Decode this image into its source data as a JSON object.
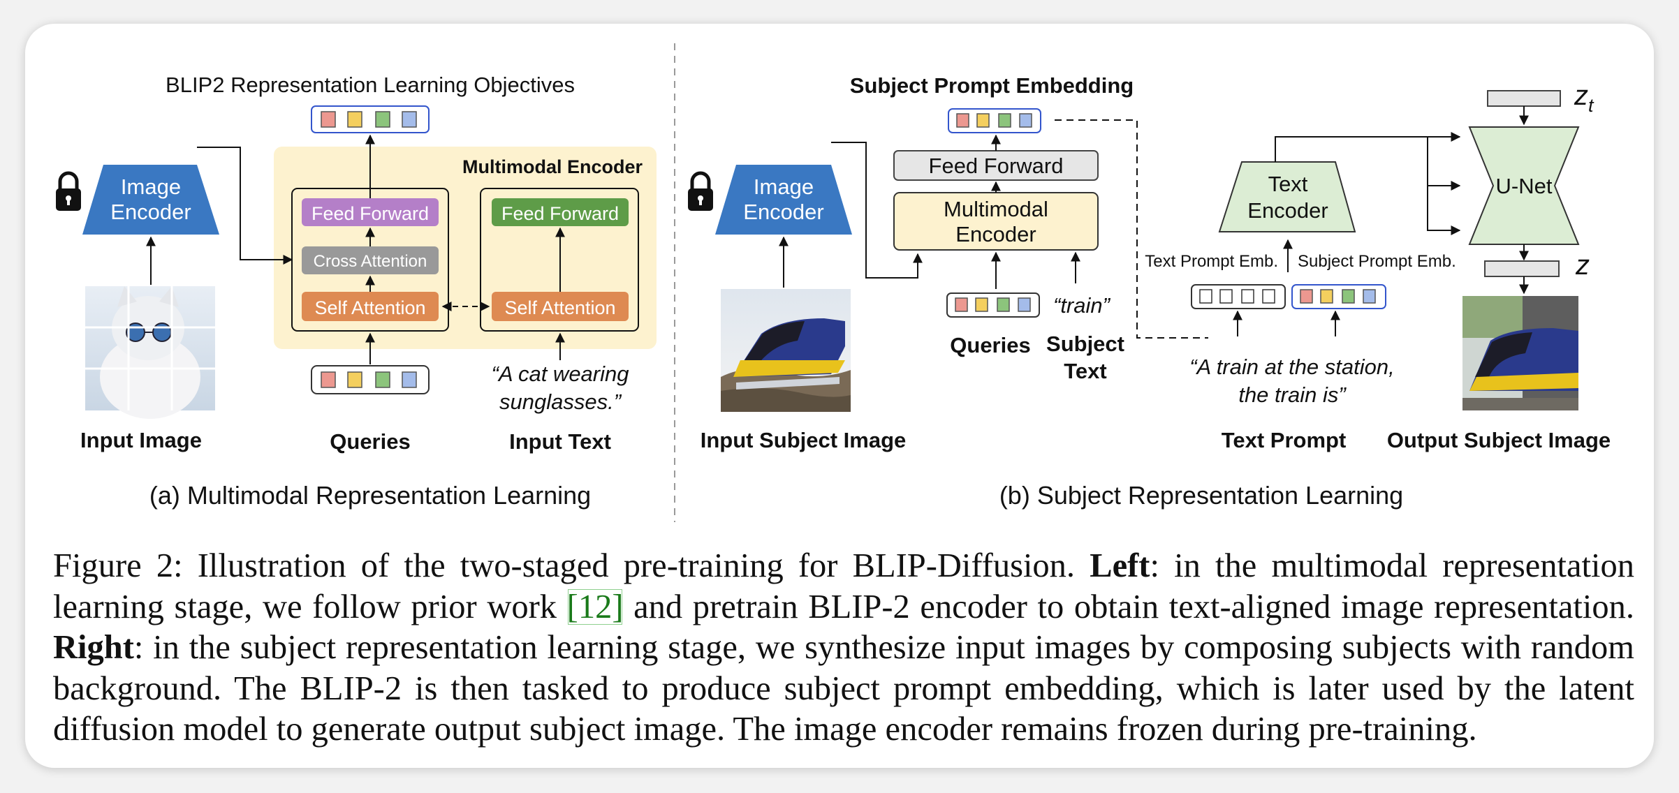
{
  "left": {
    "title": "BLIP2 Representation Learning Objectives",
    "image_encoder": [
      "Image",
      "Encoder"
    ],
    "multimodal_encoder_label": "Multimodal Encoder",
    "feed_forward_1": "Feed Forward",
    "cross_attention": "Cross Attention",
    "self_attention_1": "Self Attention",
    "feed_forward_2": "Feed Forward",
    "self_attention_2": "Self Attention",
    "input_text": [
      "“A cat wearing",
      "sunglasses.”"
    ],
    "label_input_image": "Input Image",
    "label_queries": "Queries",
    "label_input_text": "Input Text",
    "subcaption": "(a) Multimodal Representation Learning"
  },
  "right": {
    "title": "Subject Prompt Embedding",
    "image_encoder": [
      "Image",
      "Encoder"
    ],
    "feed_forward": "Feed Forward",
    "multimodal_encoder": [
      "Multimodal",
      "Encoder"
    ],
    "train_token": "“train”",
    "label_queries": "Queries",
    "label_subject_text": [
      "Subject",
      "Text"
    ],
    "label_input_subject_image": "Input Subject Image",
    "text_encoder": [
      "Text",
      "Encoder"
    ],
    "text_prompt_emb": "Text Prompt Emb.",
    "subject_prompt_emb": "Subject Prompt Emb.",
    "prompt": [
      "“A train at the station,",
      "the train is”"
    ],
    "label_text_prompt": "Text Prompt",
    "unet": "U-Net",
    "zt_base": "z",
    "zt_sub": "t",
    "z": "z",
    "label_output_subject_image": "Output Subject Image",
    "subcaption": "(b) Subject Representation Learning"
  },
  "caption": {
    "lead": "Figure 2:",
    "t1": " Illustration of the two-staged pre-training for BLIP-Diffusion. ",
    "left_word": "Left",
    "t2": ": in the multimodal representation learning stage, we follow prior work ",
    "ref": "[12]",
    "t3": " and pretrain BLIP-2 encoder to obtain text-aligned image representation. ",
    "right_word": "Right",
    "t4": ": in the subject representation learning stage, we synthesize input images by composing subjects with random background. The BLIP-2 is then tasked to produce subject prompt embedding, which is later used by the latent diffusion model to generate output subject image. The image encoder remains frozen during pre-training."
  },
  "colors": {
    "encoder_blue": "#3a78c2",
    "feed_forward_purple": "#b47fc8",
    "cross_attention_gray": "#999999",
    "self_attention_orange": "#de8a52",
    "feed_forward_green": "#5e9c48",
    "multimodal_bg": "#fdf2cf",
    "unet_green": "#dcedd4",
    "token_red": "#ec9890",
    "token_yellow": "#f4cf5e",
    "token_green": "#8cc47c",
    "token_blue": "#a4bcea"
  }
}
